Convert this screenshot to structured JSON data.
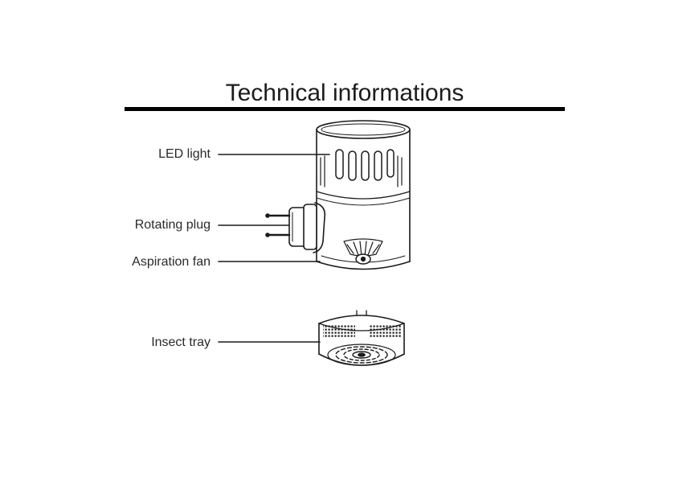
{
  "title": "Technical informations",
  "labels": {
    "led_light": "LED light",
    "rotating_plug": "Rotating plug",
    "aspiration_fan": "Aspiration fan",
    "insect_tray": "Insect tray"
  },
  "colors": {
    "ink": "#1a1a1a",
    "rule": "#000000",
    "background": "#ffffff"
  }
}
